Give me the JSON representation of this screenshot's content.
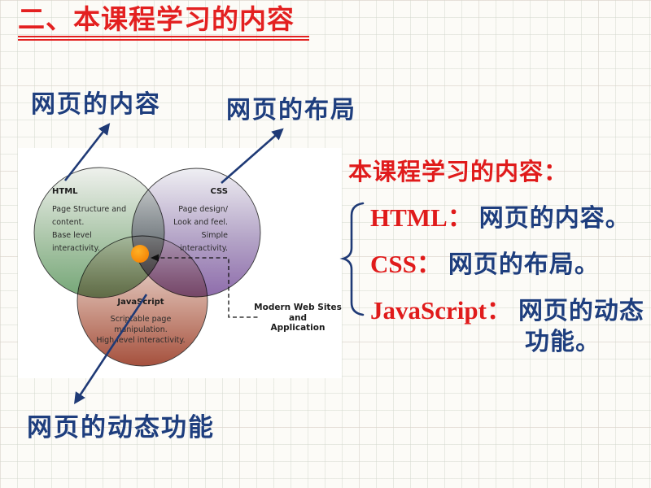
{
  "title": {
    "text": "二、本课程学习的内容"
  },
  "labels": {
    "content": "网页的内容",
    "layout": "网页的布局",
    "dynamic": "网页的动态功能"
  },
  "venn": {
    "html": {
      "name": "HTML",
      "lines": [
        "Page Structure and",
        "content.",
        "Base level",
        "interactivity."
      ]
    },
    "css": {
      "name": "CSS",
      "lines": [
        "Page design/",
        "Look and feel.",
        "Simple",
        "interactivity."
      ]
    },
    "js": {
      "name": "JavaScript",
      "lines": [
        "Scriptable page",
        "manipulation.",
        "High level interactivity."
      ]
    },
    "center_label": {
      "lines": [
        "Modern Web Sites",
        "and",
        "Application"
      ]
    }
  },
  "panel": {
    "heading": "本课程学习的内容：",
    "items": [
      {
        "term": "HTML：",
        "desc": "网页的内容。"
      },
      {
        "term": "CSS：",
        "desc": "网页的布局。"
      },
      {
        "term": "JavaScript：",
        "desc": "网页的动态"
      }
    ],
    "overflow": "功能。"
  },
  "colors": {
    "title_red": "#e32020",
    "keyword_red": "#e01b1b",
    "text_blue": "#1e3e7e",
    "arrow_blue": "#1f3a76",
    "html_green": "#74a676",
    "css_purple": "#8e6cab",
    "js_brick": "#a5503d",
    "dot_orange": "#f37c00",
    "paper": "#fcfbf7"
  }
}
